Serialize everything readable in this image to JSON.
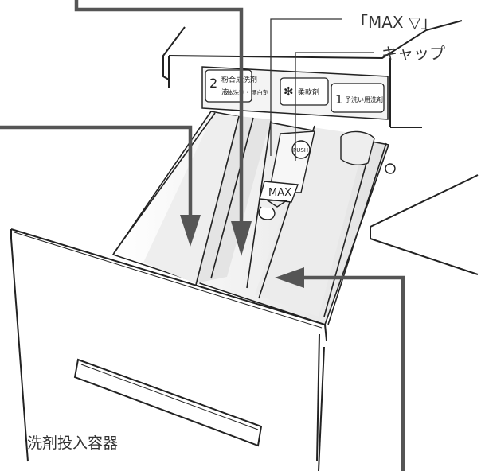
{
  "callouts": {
    "max_label": "「MAX ▽」",
    "cap_label": "キャップ",
    "container_label": "洗剤投入容器"
  },
  "panel": {
    "slot2_number": "2",
    "slot2_line1": "粉",
    "slot2_line2": "液",
    "slot2_line3": "合成洗剤",
    "slot2_line4": "体洗剤・漂白剤",
    "softener_icon": "✻",
    "softener_label": "柔軟剤",
    "slot1_number": "1",
    "slot1_label": "予洗い用洗剤"
  },
  "drawer": {
    "max_mark": "MAX",
    "push_mark": "PUSH"
  },
  "colors": {
    "line": "#222222",
    "arrow": "#555555",
    "leader": "#333333",
    "shade": "#e6e6e6"
  }
}
